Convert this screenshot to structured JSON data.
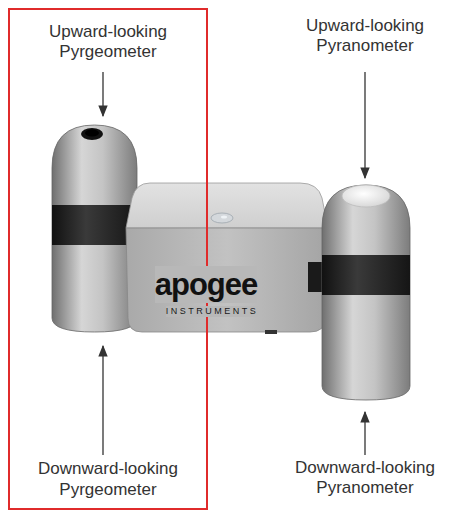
{
  "diagram": {
    "nodes": [
      {
        "text": [
          "Upward-looking Pyrgeometer",
          "Downward-looking Pyrgeometer"
        ]
      }
    ],
    "labels": [
      "Upward-looking Pyranometer",
      "Downward-looking Pyranometer",
      "apogee",
      "INSTRUMENTS"
    ]
  }
}
